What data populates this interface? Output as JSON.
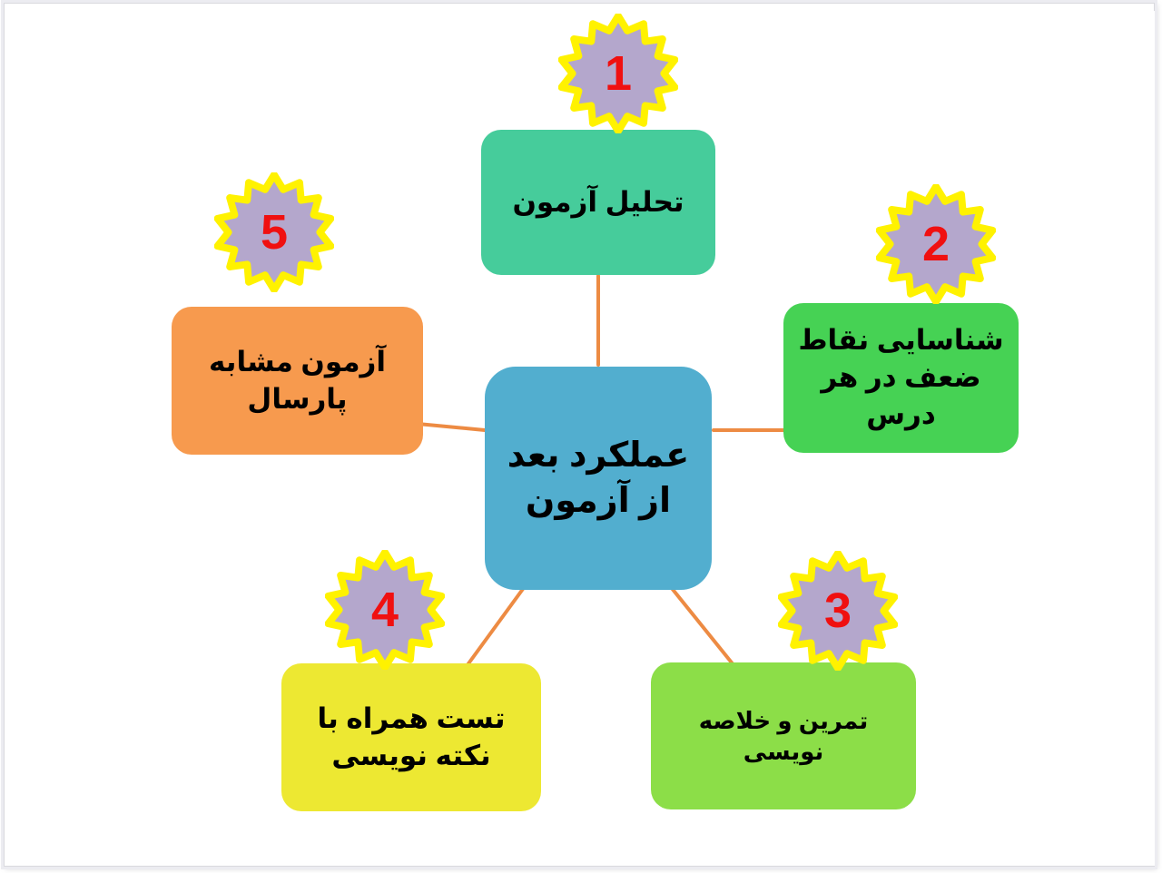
{
  "slide": {
    "title": "عملکرد بعد از آزمون",
    "background_color": "#FFFFFF",
    "frame_color": "#ECECF1",
    "connector_color": "#ED8B43"
  },
  "center_node": {
    "label": "عملکرد بعد از آزمون",
    "color": "#52AECF"
  },
  "badge_style": {
    "fill": "#B4A7CC",
    "outline": "#FFF200",
    "number_color": "#F01010"
  },
  "branches": [
    {
      "number": "1",
      "label": "تحلیل آزمون",
      "color": "#46CC9B",
      "position": "top"
    },
    {
      "number": "2",
      "label": "شناسایی نقاط ضعف در هر درس",
      "color": "#46D254",
      "position": "right"
    },
    {
      "number": "3",
      "label": "تمرین و خلاصه نویسی",
      "color": "#8CDE48",
      "position": "bottom-right"
    },
    {
      "number": "4",
      "label": "تست همراه با نکته نویسی",
      "color": "#EDE832",
      "position": "bottom-left"
    },
    {
      "number": "5",
      "label": "آزمون مشابه پارسال",
      "color": "#F79A4E",
      "position": "left"
    }
  ],
  "chart_data": {
    "type": "diagram",
    "diagram_kind": "mind-map",
    "title": "عملکرد بعد از آزمون",
    "center": "عملکرد بعد از آزمون",
    "nodes": [
      {
        "id": 1,
        "label": "تحلیل آزمون",
        "color": "#46CC9B"
      },
      {
        "id": 2,
        "label": "شناسایی نقاط ضعف در هر درس",
        "color": "#46D254"
      },
      {
        "id": 3,
        "label": "تمرین و خلاصه نویسی",
        "color": "#8CDE48"
      },
      {
        "id": 4,
        "label": "تست همراه با نکته نویسی",
        "color": "#EDE832"
      },
      {
        "id": 5,
        "label": "آزمون مشابه پارسال",
        "color": "#F79A4E"
      }
    ],
    "edges": [
      {
        "from": "center",
        "to": 1
      },
      {
        "from": "center",
        "to": 2
      },
      {
        "from": "center",
        "to": 3
      },
      {
        "from": "center",
        "to": 4
      },
      {
        "from": "center",
        "to": 5
      }
    ]
  }
}
